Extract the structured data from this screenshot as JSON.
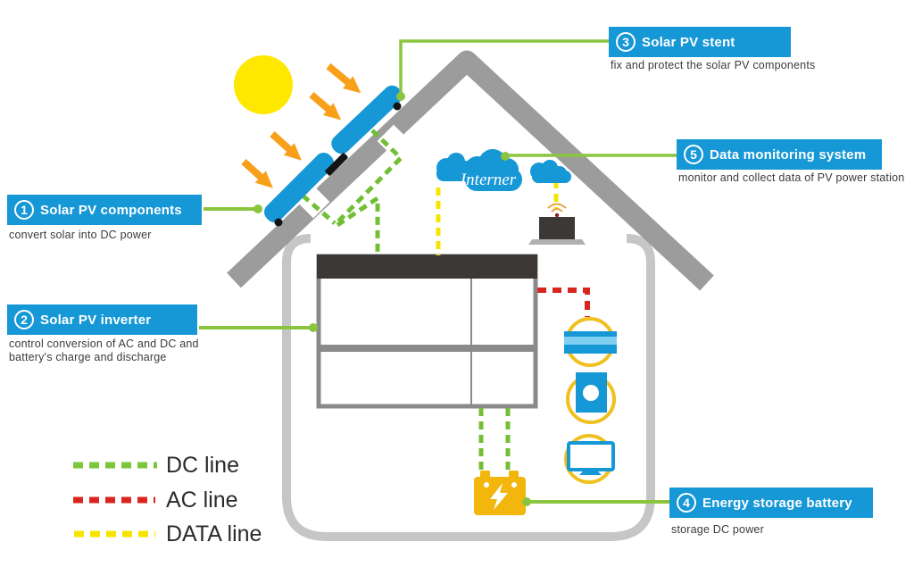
{
  "labels": [
    {
      "number": "1",
      "title": "Solar PV components",
      "subtitle": "convert solar into DC power"
    },
    {
      "number": "2",
      "title": "Solar PV inverter",
      "subtitle_line1": "control conversion of AC and DC and",
      "subtitle_line2": "battery's charge and discharge"
    },
    {
      "number": "3",
      "title": "Solar PV stent",
      "subtitle": "fix and protect the solar PV components"
    },
    {
      "number": "4",
      "title": "Energy storage battery",
      "subtitle": "storage DC power"
    },
    {
      "number": "5",
      "title": "Data monitoring system",
      "subtitle": "monitor and collect data of PV power station"
    }
  ],
  "legend": {
    "items": [
      {
        "label": "DC line",
        "color": "#7cc63c"
      },
      {
        "label": "AC line",
        "color": "#d9251d"
      },
      {
        "label": "DATA line",
        "color": "#f6e400"
      }
    ]
  },
  "cloud": {
    "text": "Interner"
  },
  "icons": {
    "sun": "sun-icon",
    "sun_rays": "sun-ray-arrow-icon",
    "solar_panel": "solar-panel-icon",
    "internet_cloud": "internet-cloud-icon",
    "laptop": "laptop-icon",
    "air_conditioner": "air-conditioner-icon",
    "washing_machine": "washing-machine-icon",
    "tv": "tv-icon",
    "battery": "battery-icon",
    "lightning": "lightning-bolt-icon"
  },
  "colors": {
    "label_blue": "#1697d6",
    "roof_gray": "#9c9c9c",
    "house_gray": "#c6c6c6",
    "sun_yellow": "#ffe800",
    "ray_orange": "#f9a01b",
    "dc_green_dashed": "#72bf36",
    "connector_green": "#8bc53f",
    "ac_red": "#d9251d",
    "data_yellow": "#f6e400",
    "battery_gold": "#f2b60d",
    "appliance_ring_gold": "#f0c020",
    "inverter_dark": "#3b3835",
    "inverter_border": "#8a8a8a"
  }
}
